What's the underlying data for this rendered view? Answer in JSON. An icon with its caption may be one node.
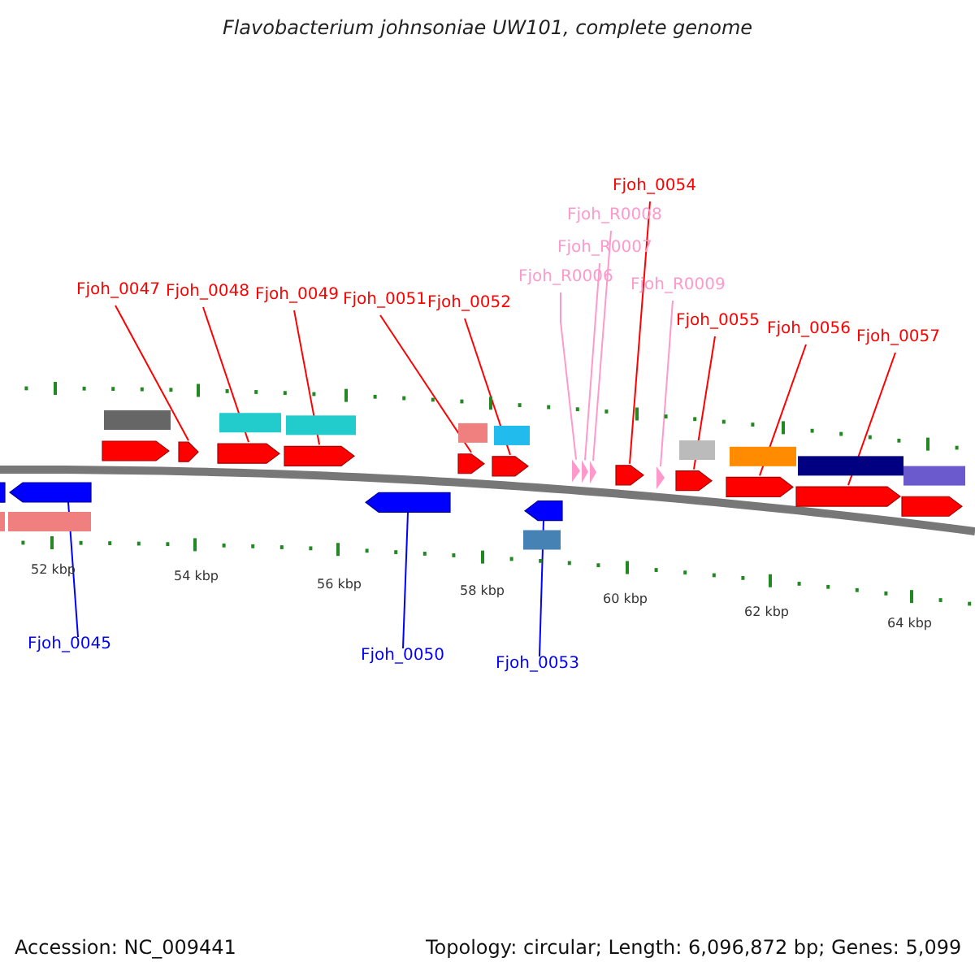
{
  "diagram": {
    "title": "Flavobacterium johnsoniae UW101, complete genome",
    "nodes": [
      {
        "text": [
          "Fjoh_0047"
        ]
      },
      {
        "text": [
          "Fjoh_0048"
        ]
      },
      {
        "text": [
          "Fjoh_0049"
        ]
      },
      {
        "text": [
          "Fjoh_0051"
        ]
      },
      {
        "text": [
          "Fjoh_0052"
        ]
      },
      {
        "text": [
          "Fjoh_R0006"
        ]
      },
      {
        "text": [
          "Fjoh_R0007"
        ]
      },
      {
        "text": [
          "Fjoh_R0008"
        ]
      },
      {
        "text": [
          "Fjoh_0054"
        ]
      },
      {
        "text": [
          "Fjoh_R0009"
        ]
      },
      {
        "text": [
          "Fjoh_0055"
        ]
      },
      {
        "text": [
          "Fjoh_0056"
        ]
      },
      {
        "text": [
          "Fjoh_0057"
        ]
      },
      {
        "text": [
          "Fjoh_0045"
        ]
      },
      {
        "text": [
          "Fjoh_0050"
        ]
      },
      {
        "text": [
          "Fjoh_0053"
        ]
      },
      {
        "text": [],
        "shape": "arrow"
      },
      {
        "text": [],
        "shape": "arrow"
      },
      {
        "text": [],
        "shape": "arrow"
      },
      {
        "text": [],
        "shape": "arrow"
      },
      {
        "text": [],
        "shape": "arrow"
      },
      {
        "text": [],
        "shape": "triangle"
      },
      {
        "text": [],
        "shape": "triangle"
      },
      {
        "text": [],
        "shape": "triangle"
      },
      {
        "text": [],
        "shape": "arrow"
      },
      {
        "text": [],
        "shape": "triangle"
      },
      {
        "text": [],
        "shape": "arrow"
      },
      {
        "text": [],
        "shape": "arrow"
      },
      {
        "text": [],
        "shape": "arrow"
      },
      {
        "text": [],
        "shape": "arrow"
      },
      {
        "text": [],
        "shape": "arrow"
      },
      {
        "text": [],
        "shape": "arrow"
      },
      {
        "text": [],
        "shape": "arrow"
      },
      {
        "text": [],
        "shape": "arrow"
      },
      {
        "text": [],
        "shape": "arrow"
      }
    ],
    "edges": [
      {
        "from": 0,
        "to": 16,
        "arrow": "none"
      },
      {
        "from": 1,
        "to": 17,
        "arrow": "none"
      },
      {
        "from": 2,
        "to": 18,
        "arrow": "none"
      },
      {
        "from": 3,
        "to": 19,
        "arrow": "none"
      },
      {
        "from": 4,
        "to": 20,
        "arrow": "none"
      },
      {
        "from": 5,
        "to": 21,
        "arrow": "none",
        "color": "#ff99cc"
      },
      {
        "from": 6,
        "to": 22,
        "arrow": "none",
        "color": "#ff99cc"
      },
      {
        "from": 7,
        "to": 23,
        "arrow": "none",
        "color": "#ff99cc"
      },
      {
        "from": 8,
        "to": 24,
        "arrow": "none"
      },
      {
        "from": 9,
        "to": 25,
        "arrow": "none",
        "color": "#ff99cc"
      },
      {
        "from": 10,
        "to": 26,
        "arrow": "none"
      },
      {
        "from": 11,
        "to": 27,
        "arrow": "none"
      },
      {
        "from": 12,
        "to": 28,
        "arrow": "none"
      },
      {
        "from": 13,
        "to": 29,
        "arrow": "none",
        "color": "#0000ff"
      },
      {
        "from": 14,
        "to": 30,
        "arrow": "none",
        "color": "#0000ff"
      },
      {
        "from": 15,
        "to": 31,
        "arrow": "none",
        "color": "#0000ff"
      }
    ],
    "labels": [
      "52 kbp",
      "54 kbp",
      "56 kbp",
      "58 kbp",
      "60 kbp",
      "62 kbp",
      "64 kbp",
      "Accession: NC_009441",
      "Topology: circular; Length: 6,096,872 bp; Genes: 5,099"
    ]
  }
}
